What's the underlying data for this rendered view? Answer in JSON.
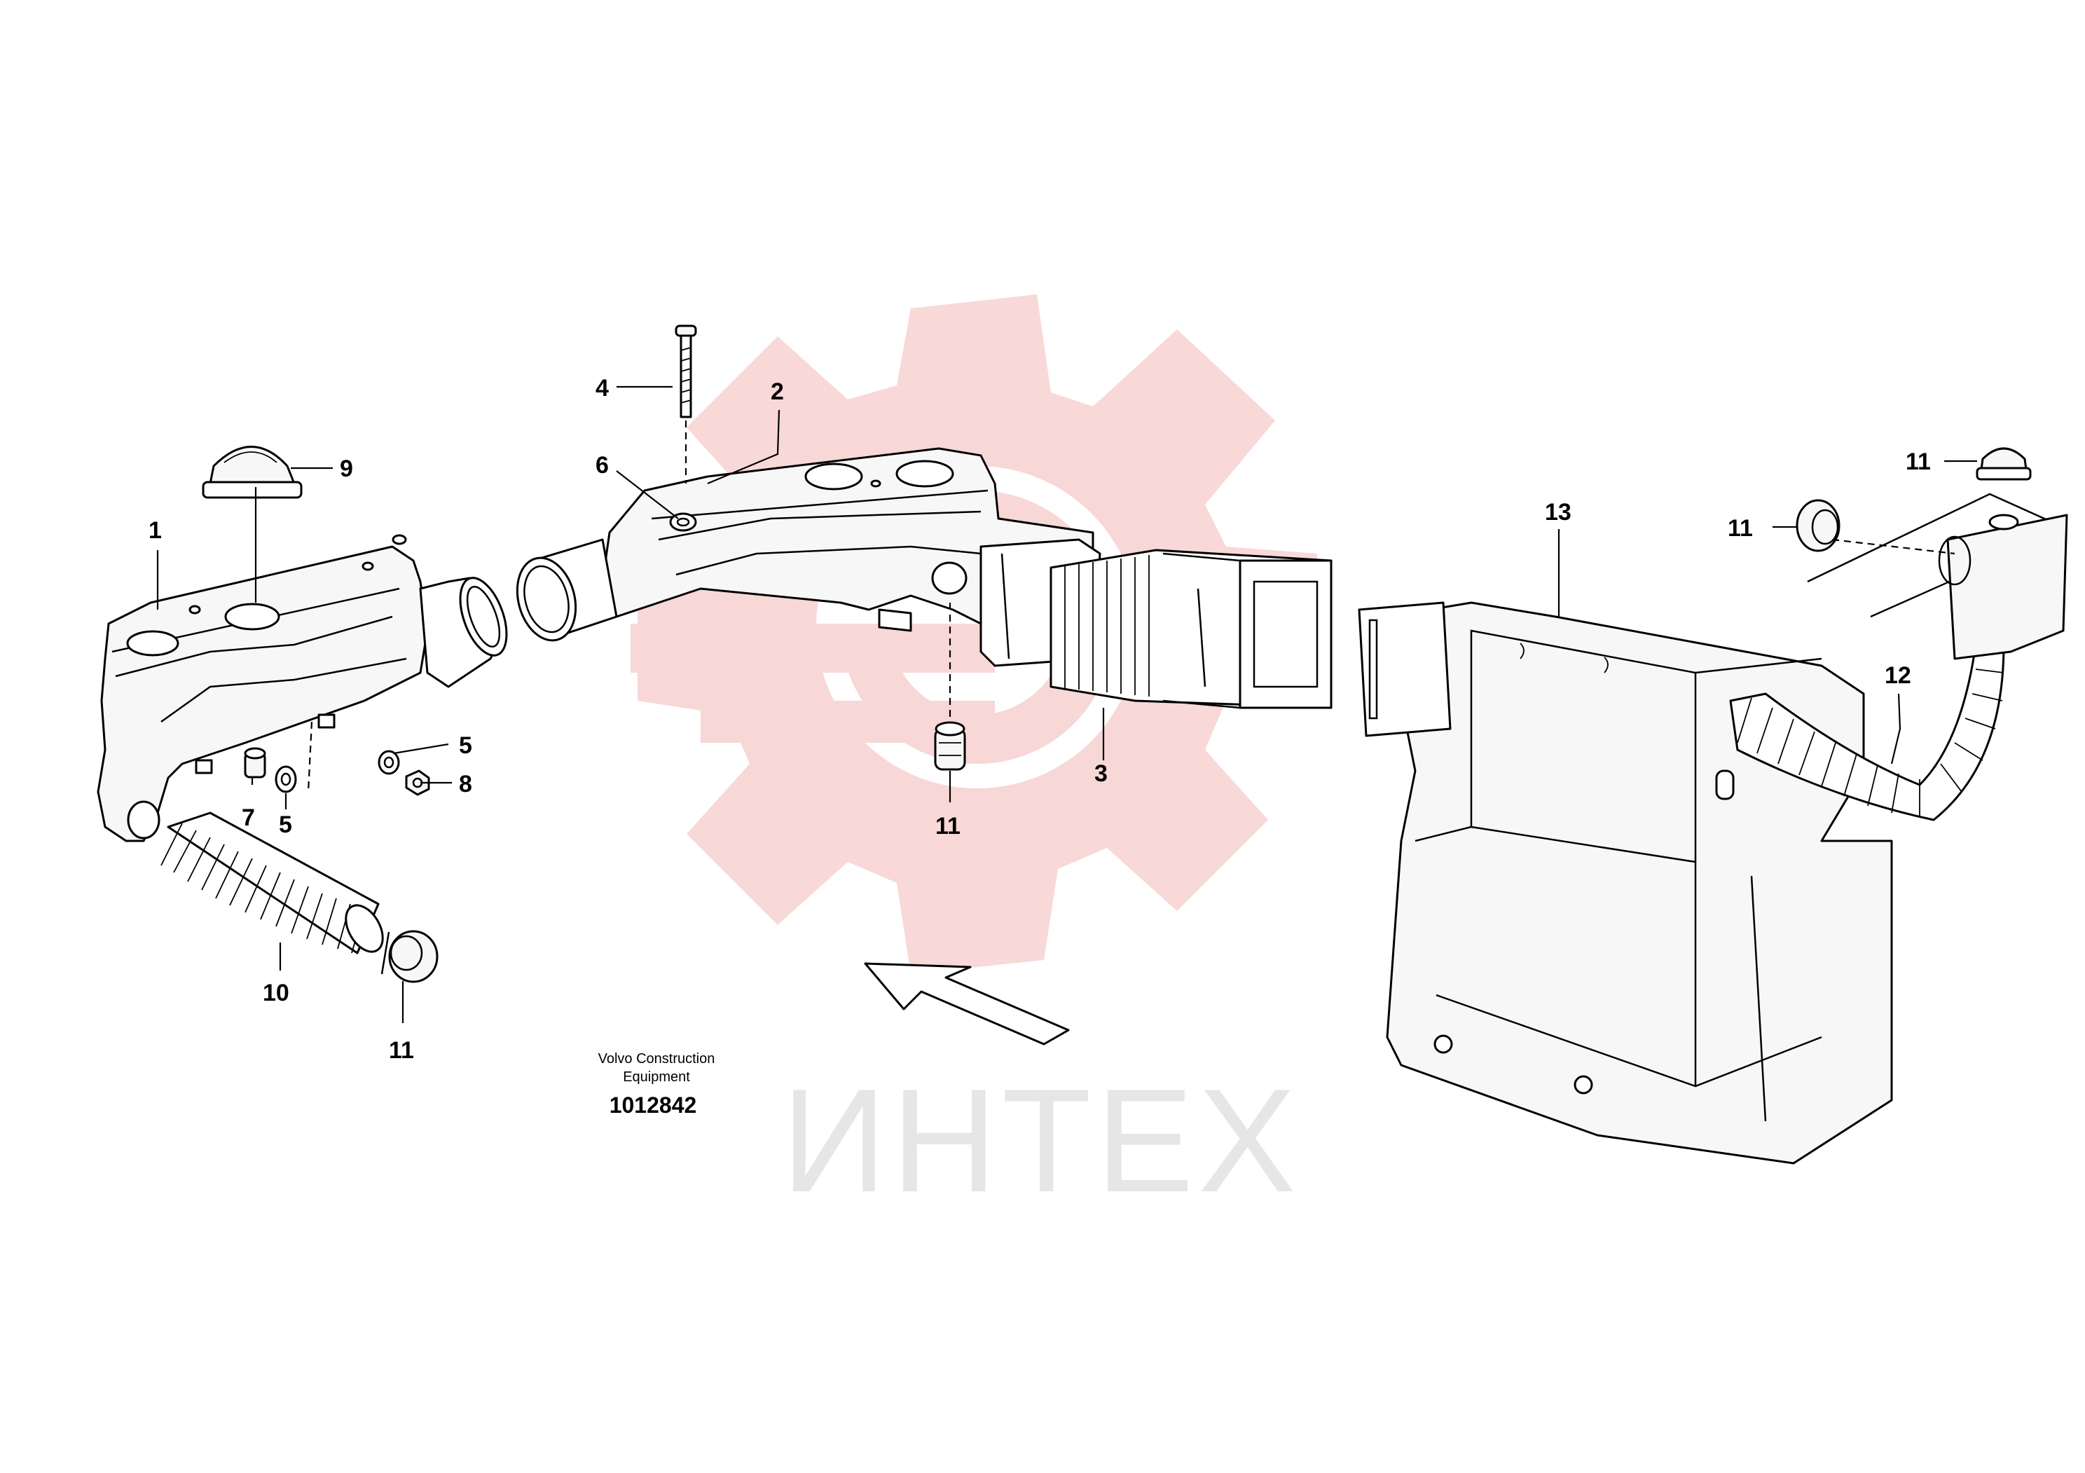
{
  "watermark": {
    "text": "ИНТЕХ",
    "gear_color": "#f4c2c2",
    "text_color": "#e6e6e6"
  },
  "caption": {
    "line1": "Volvo Construction",
    "line2": "Equipment",
    "id": "1012842"
  },
  "callouts": {
    "c1": "1",
    "c2": "2",
    "c3": "3",
    "c4": "4",
    "c5a": "5",
    "c5b": "5",
    "c6": "6",
    "c7": "7",
    "c8": "8",
    "c9": "9",
    "c10": "10",
    "c11a": "11",
    "c11b": "11",
    "c11c": "11",
    "c11d": "11",
    "c12": "12",
    "c13": "13"
  },
  "direction_arrow": "arrow-icon"
}
